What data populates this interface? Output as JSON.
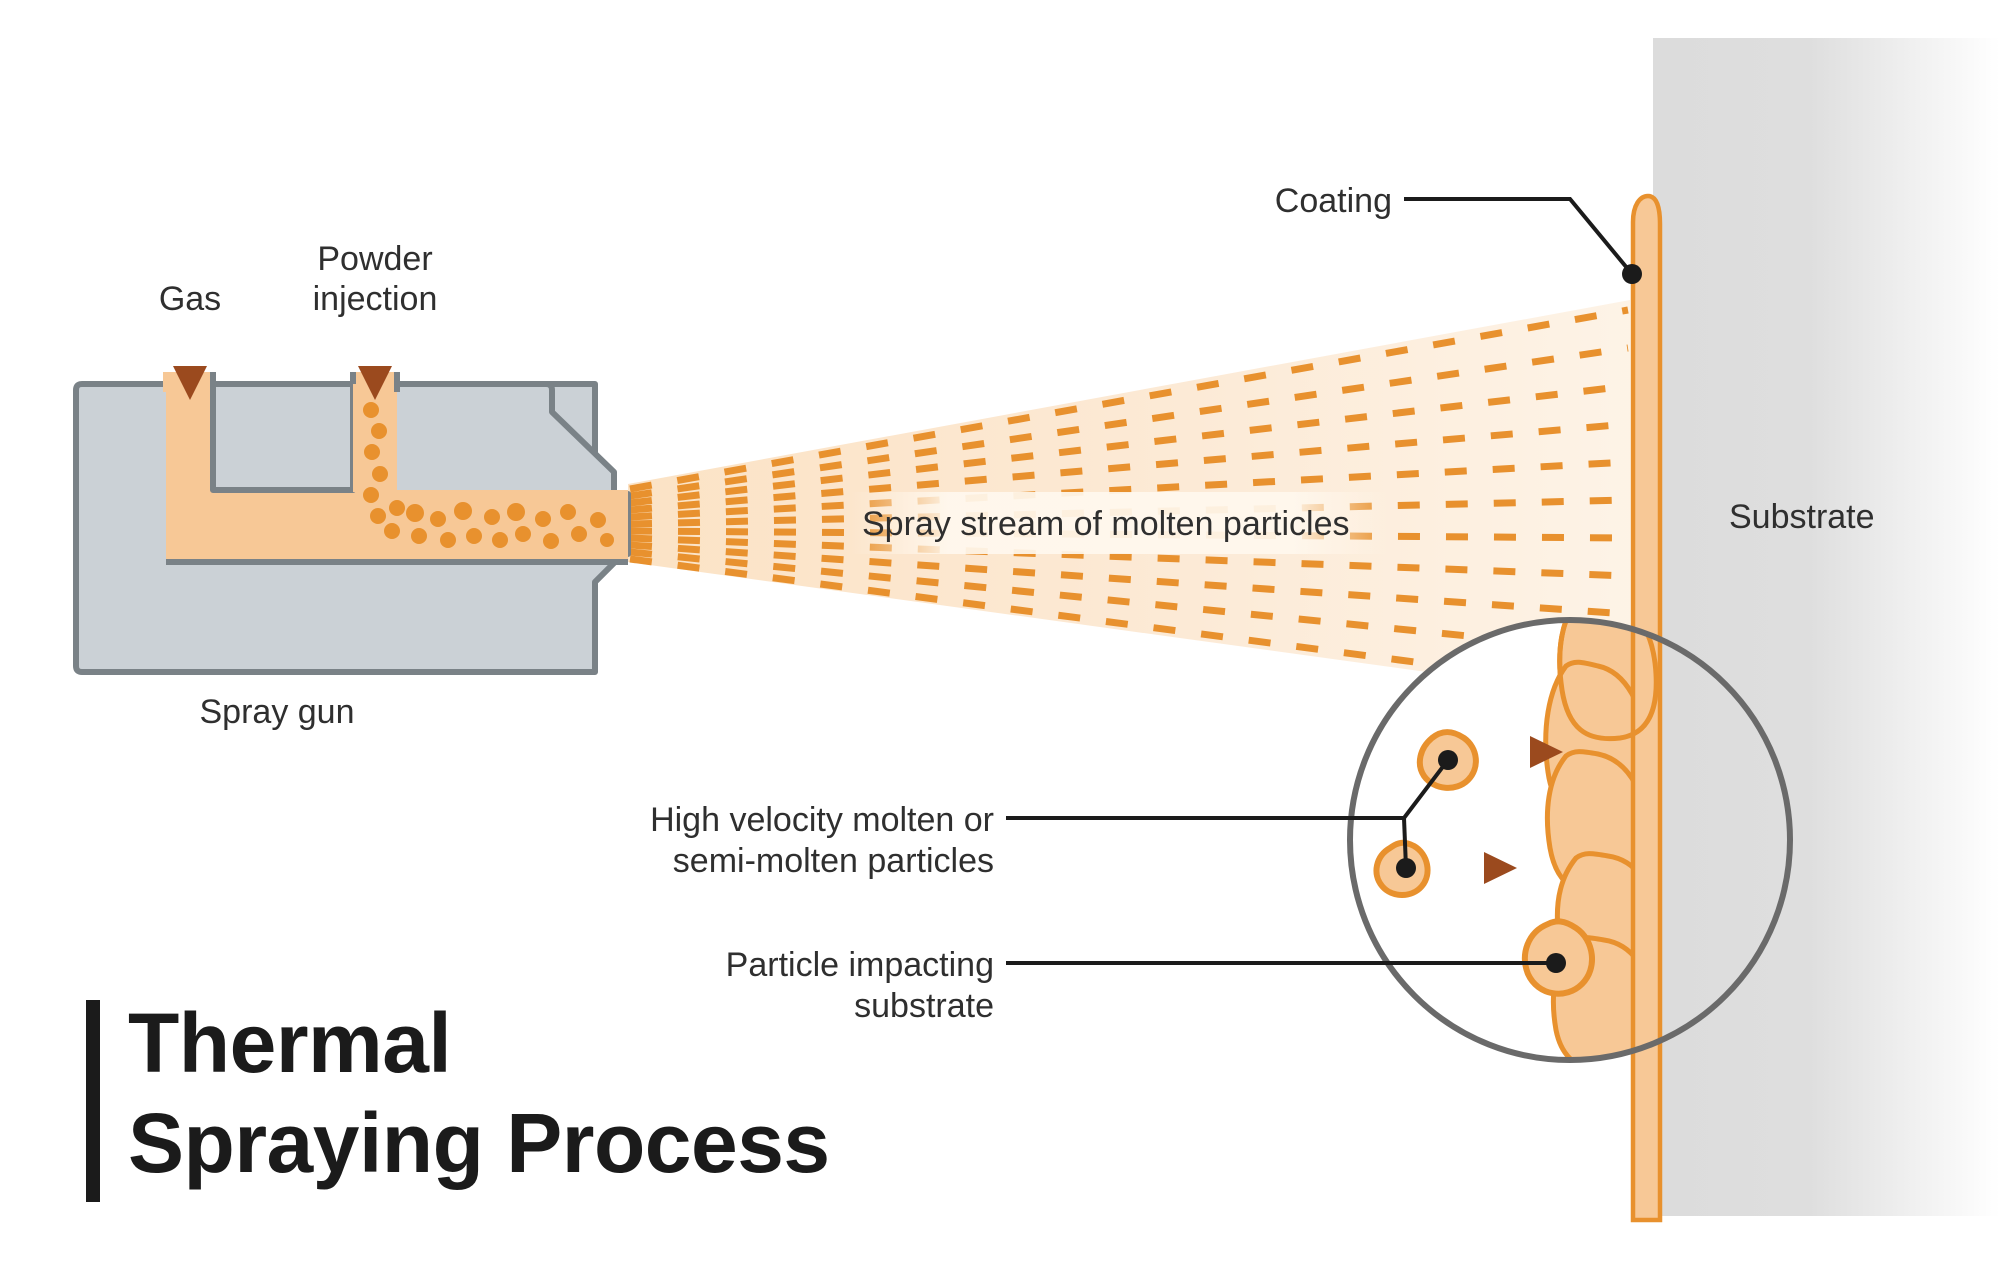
{
  "diagram": {
    "title_line1": "Thermal",
    "title_line2": "Spraying Process",
    "title_accent_color": "#1b1b1b",
    "background_color": "#ffffff"
  },
  "labels": {
    "gas": "Gas",
    "powder_injection_line1": "Powder",
    "powder_injection_line2": "injection",
    "spray_gun": "Spray gun",
    "spray_stream": "Spray stream of molten particles",
    "coating": "Coating",
    "substrate": "Substrate",
    "high_velocity_line1": "High velocity molten or",
    "high_velocity_line2": "semi-molten particles",
    "particle_impacting_line1": "Particle impacting",
    "particle_impacting_line2": "substrate"
  },
  "colors": {
    "gun_body": "#CBD1D6",
    "gun_border": "#7A8287",
    "channel_fill": "#F7C896",
    "powder_dot": "#E8912E",
    "arrow_dark": "#9B4A1E",
    "spray_cone": "#FBE3C6",
    "dash_orange": "#E8912E",
    "coating_fill": "#F7C896",
    "coating_border": "#E8912E",
    "substrate_light": "#DCDCDC",
    "circle_border": "#6A6A6A",
    "leader_line": "#1b1b1b",
    "text": "#3a3a3a"
  },
  "chart_data": {
    "type": "diagram",
    "elements": [
      {
        "name": "spray-gun",
        "description": "cross-section of thermal spray gun with gas and powder channels"
      },
      {
        "name": "spray-cone",
        "description": "diverging cone of dashed lines representing molten particle stream"
      },
      {
        "name": "substrate",
        "description": "vertical gray panel at right"
      },
      {
        "name": "coating",
        "description": "thin peach layer deposited on substrate surface"
      },
      {
        "name": "magnifier",
        "description": "circular inset showing splat build-up of molten particles on substrate"
      }
    ],
    "inlet_count": 2,
    "dash_line_rows": 11,
    "magnified_particles": 3
  }
}
